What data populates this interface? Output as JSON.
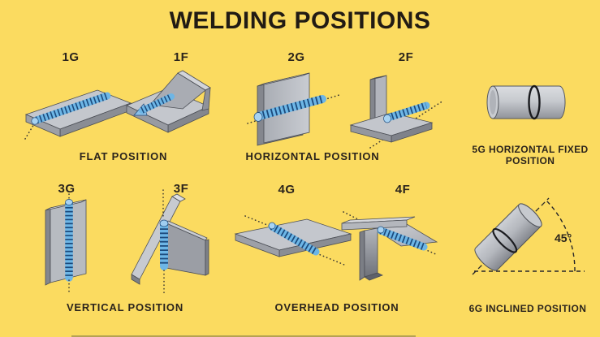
{
  "title": "WELDING POSITIONS",
  "sections": {
    "flat": {
      "caption": "FLAT POSITION",
      "codes": {
        "groove": "1G",
        "fillet": "1F"
      }
    },
    "horizontal": {
      "caption": "HORIZONTAL POSITION",
      "codes": {
        "groove": "2G",
        "fillet": "2F"
      }
    },
    "pipe_horizontal_fixed": {
      "caption_line1": "5G HORIZONTAL FIXED",
      "caption_line2": "POSITION"
    },
    "vertical": {
      "caption": "VERTICAL POSITION",
      "codes": {
        "groove": "3G",
        "fillet": "3F"
      }
    },
    "overhead": {
      "caption": "OVERHEAD POSITION",
      "codes": {
        "groove": "4G",
        "fillet": "4F"
      }
    },
    "pipe_inclined": {
      "caption": "6G INCLINED POSITION",
      "angle_label": "45°"
    }
  },
  "colors": {
    "background": "#fbdb60",
    "heading_text": "#211b14",
    "label_text": "#2b241c",
    "weld_bead": "#6db6e6",
    "weld_rib": "#1c4a7c",
    "metal_light": "#c4c7cd",
    "metal_mid": "#9da0a7",
    "metal_dark": "#84878e"
  }
}
